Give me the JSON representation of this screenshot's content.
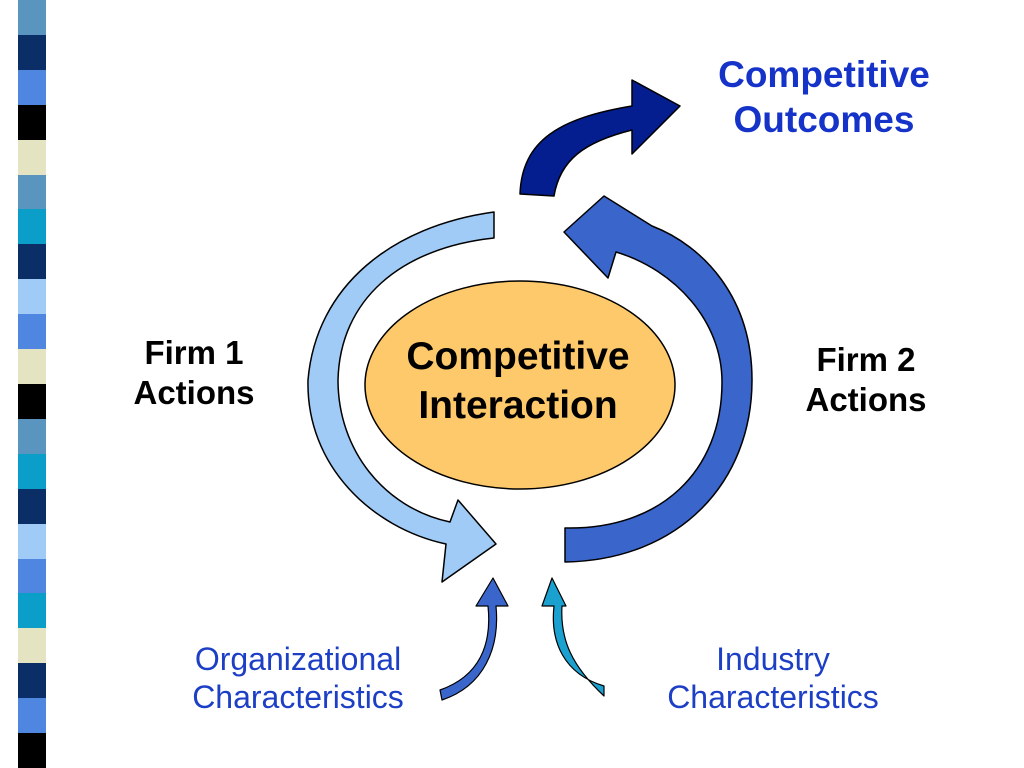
{
  "diagram": {
    "center_label": [
      "Competitive",
      "Interaction"
    ],
    "firm1_label": [
      "Firm 1",
      "Actions"
    ],
    "firm2_label": [
      "Firm 2",
      "Actions"
    ],
    "outcomes_label": [
      "Competitive",
      "Outcomes"
    ],
    "org_label": [
      "Organizational",
      "Characteristics"
    ],
    "industry_label": [
      "Industry",
      "Characteristics"
    ]
  },
  "colors": {
    "center_fill": "#fdc96a",
    "firm1_arrow": "#9fcbf6",
    "firm2_arrow": "#3a66cc",
    "outcome_arrow": "#041d8f",
    "org_arrow": "#3a66cc",
    "industry_arrow": "#1aa1cf",
    "blue_text": "#1d3fc6",
    "stripe": [
      "#5a95bf",
      "#0b2e66",
      "#4f86e0",
      "#000000",
      "#e4e4c2",
      "#5a95bf",
      "#0a9ec8",
      "#0b2e66",
      "#9fcbf6",
      "#4f86e0",
      "#e4e4c2",
      "#000000",
      "#5a95bf",
      "#0a9ec8",
      "#0b2e66",
      "#9fcbf6",
      "#4f86e0",
      "#0a9ec8",
      "#e4e4c2",
      "#0b2e66",
      "#4f86e0",
      "#000000"
    ]
  }
}
